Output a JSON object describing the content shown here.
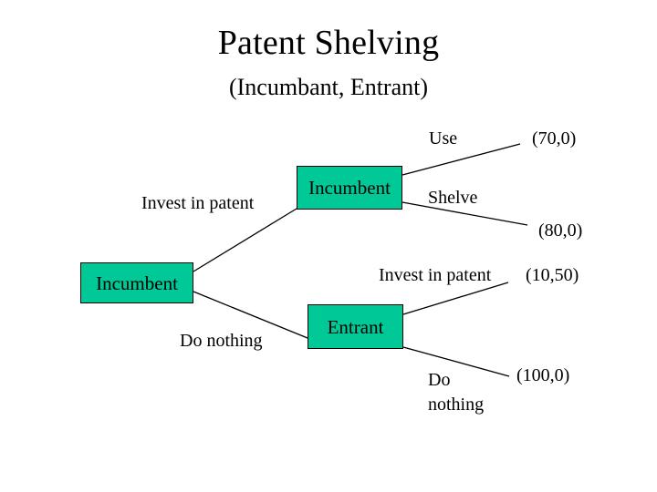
{
  "slide": {
    "title": "Patent Shelving",
    "subtitle": "(Incumbant, Entrant)",
    "background_color": "#FFFFFF",
    "node_fill_color": "#00C896",
    "node_border_color": "#000000",
    "text_color": "#000000"
  },
  "nodes": [
    {
      "id": "root-incumbent",
      "label": "Incumbent",
      "player": "Incumbent"
    },
    {
      "id": "incumbent-after-invest",
      "label": "Incumbent",
      "player": "Incumbent"
    },
    {
      "id": "entrant",
      "label": "Entrant",
      "player": "Entrant"
    }
  ],
  "edge_labels": [
    {
      "id": "invest-in-patent-root",
      "label": "Invest in patent"
    },
    {
      "id": "do-nothing-root",
      "label": "Do nothing"
    },
    {
      "id": "use",
      "label": "Use"
    },
    {
      "id": "shelve",
      "label": "Shelve"
    },
    {
      "id": "invest-in-patent-entrant",
      "label": "Invest in patent"
    },
    {
      "id": "do-nothing-entrant-line1",
      "label": "Do"
    },
    {
      "id": "do-nothing-entrant-line2",
      "label": "nothing"
    }
  ],
  "payoffs": [
    {
      "id": "payoff-use",
      "label": "(70,0)",
      "incumbent": 70,
      "entrant": 0
    },
    {
      "id": "payoff-shelve",
      "label": "(80,0)",
      "incumbent": 80,
      "entrant": 0
    },
    {
      "id": "payoff-entrant-invest",
      "label": "(10,50)",
      "incumbent": 10,
      "entrant": 50
    },
    {
      "id": "payoff-entrant-do-nothing",
      "label": "(100,0)",
      "incumbent": 100,
      "entrant": 0
    }
  ],
  "chart_data": {
    "type": "diagram",
    "title": "Patent Shelving",
    "subtitle": "(Incumbant, Entrant)",
    "diagram_kind": "extensive-form game tree",
    "payoff_order": [
      "Incumbant",
      "Entrant"
    ],
    "tree": {
      "node": "Incumbent",
      "branches": [
        {
          "action": "Invest in patent",
          "child": {
            "node": "Incumbent",
            "branches": [
              {
                "action": "Use",
                "payoff": [
                  70,
                  0
                ],
                "payoff_label": "(70,0)"
              },
              {
                "action": "Shelve",
                "payoff": [
                  80,
                  0
                ],
                "payoff_label": "(80,0)"
              }
            ]
          }
        },
        {
          "action": "Do nothing",
          "child": {
            "node": "Entrant",
            "branches": [
              {
                "action": "Invest in patent",
                "payoff": [
                  10,
                  50
                ],
                "payoff_label": "(10,50)"
              },
              {
                "action": "Do nothing",
                "payoff": [
                  100,
                  0
                ],
                "payoff_label": "(100,0)"
              }
            ]
          }
        }
      ]
    }
  }
}
